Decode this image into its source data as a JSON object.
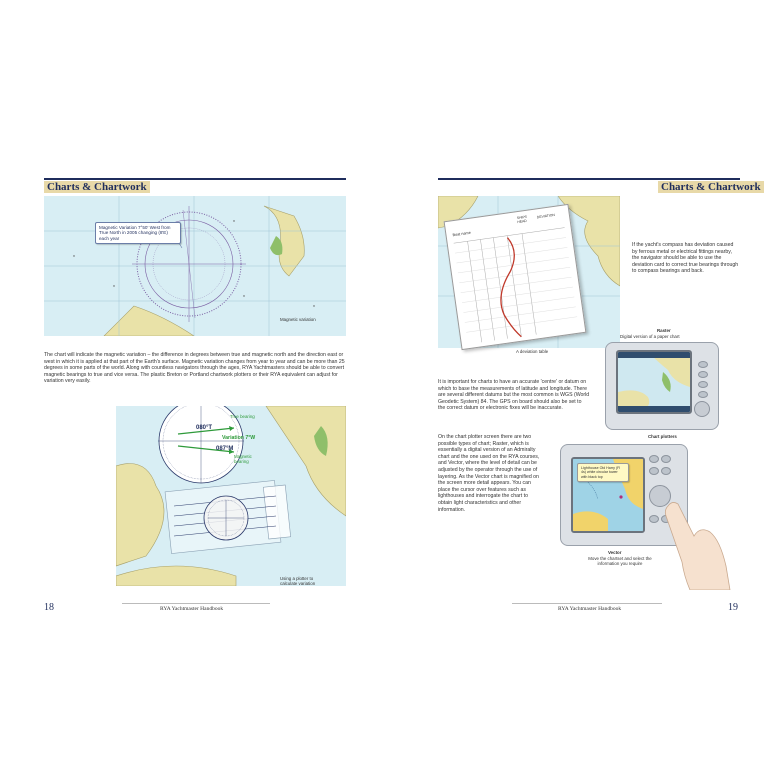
{
  "left_page": {
    "section_header": "Charts & Chartwork",
    "callout_variation": "Magnetic Variation 7°50' West from True North in 2005 changing (8'E) each year",
    "caption_magnetic_variation": "Magnetic variation",
    "body_paragraph": "The chart will indicate the magnetic variation – the difference in degrees between true and magnetic north and the direction east or west in which it is applied at that part of the Earth's surface. Magnetic variation changes from year to year and can be more than 25 degrees in some parts of the world. Along with countless navigators through the ages, RYA Yachtmasters should be able to convert magnetic bearings to true and vice versa. The plastic Breton or Portland chartwork plotters or their RYA equivalent can adjust for variation very easily.",
    "plotter_labels": {
      "true_bearing": "True bearing",
      "true_value": "080°T",
      "variation": "Variation 7°W",
      "magnetic_value": "087°M",
      "magnetic_bearing": "Magnetic bearing"
    },
    "caption_plotter": "Using a plotter to calculate variation",
    "page_number": "18",
    "footer_title": "RYA Yachtmaster Handbook"
  },
  "right_page": {
    "section_header": "Charts & Chartwork",
    "deviation_card": {
      "header_left": "Boat name",
      "header_mid": "SHIPS HEAD",
      "header_right": "DEVIATION"
    },
    "caption_deviation": "A deviation table",
    "deviation_paragraph": "If the yacht's compass has deviation caused by ferrous metal or electrical fittings nearby, the navigator should be able to use the deviation card to correct true bearings through to compass bearings and back.",
    "raster_label": "Raster",
    "raster_desc": "Digital version of a paper chart",
    "caption_chart_plotters": "Chart plotters",
    "datum_paragraph": "It is important for charts to have an accurate 'centre' or datum on which to base the measurements of latitude and longitude. There are several different datums but the most common is WGS (World Geodetic System) 84. The GPS on board should also be set to the correct datum or electronic fixes will be inaccurate.",
    "plotter_paragraph": "On the chart plotter screen there are two possible types of chart; Raster, which is essentially a digital version of an Admiralty chart and the one used on the RYA courses, and Vector, where the level of detail can be adjusted by the operator through the use of layering. As the Vector chart is magnified on the screen more detail appears. You can place the cursor over features such as lighthouses and interrogate the chart to obtain light characteristics and other information.",
    "vector_popup": "Lighthouse Old Harry (Fl 4s) white circular tower with black top",
    "vector_label": "Vector",
    "vector_desc": "Move the chartset and select the information you require",
    "page_number": "19",
    "footer_title": "RYA Yachtmaster Handbook"
  },
  "colors": {
    "navy": "#1f2d5c",
    "sea": "#cfe8f0",
    "land": "#e9e2a8",
    "header_tan": "#e8d9a8",
    "red_curve": "#c0392b",
    "green_arrow": "#2e9a3a",
    "magenta_text": "#b0307a"
  }
}
